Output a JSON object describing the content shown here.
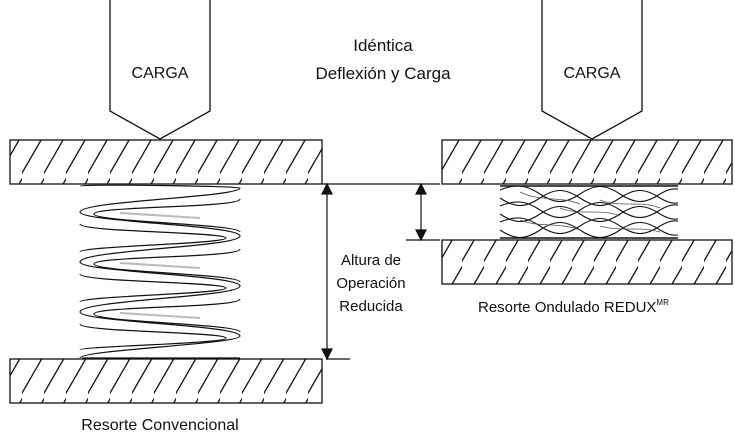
{
  "title": {
    "line1": "Idéntica",
    "line2": "Deflexión y Carga"
  },
  "left_load_label": "CARGA",
  "right_load_label": "CARGA",
  "height_label": {
    "line1": "Altura de",
    "line2": "Operación",
    "line3": "Reducida"
  },
  "left_caption": "Resorte Convencional",
  "right_caption": {
    "text": "Resorte Ondulado REDUX",
    "superscript": "MR"
  }
}
